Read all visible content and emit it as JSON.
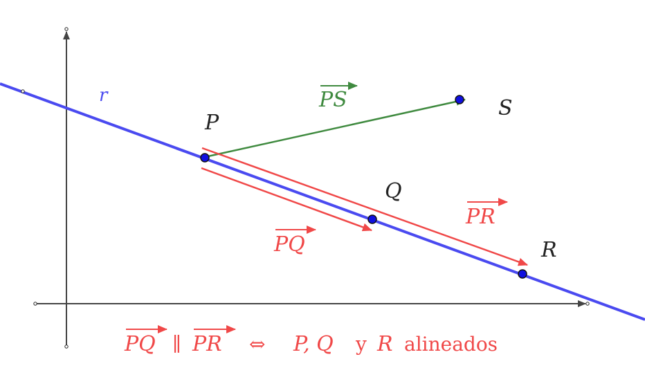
{
  "colors": {
    "axis": "#444444",
    "line_r": "#4a4af0",
    "vector_red": "#f04848",
    "vector_green": "#3f8a3f",
    "point_fill": "#1010e0",
    "text": "#222222"
  },
  "labels": {
    "line": "r",
    "P": "P",
    "Q": "Q",
    "R": "R",
    "S": "S",
    "vec_PS": "PS",
    "vec_PQ": "PQ",
    "vec_PR": "PR"
  },
  "formula": {
    "lhs": "PQ",
    "parallel": "∥",
    "rhs": "PR",
    "iff": "⇔",
    "points": "P, Q",
    "and": "y",
    "last": "R",
    "tail": "alineados"
  }
}
